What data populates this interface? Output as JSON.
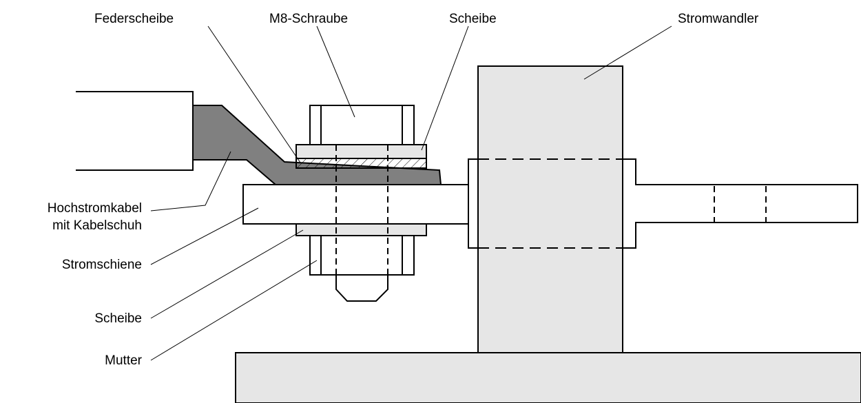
{
  "labels": {
    "federscheibe": "Federscheibe",
    "m8_schraube": "M8-Schraube",
    "scheibe_top": "Scheibe",
    "stromwandler": "Stromwandler",
    "hochstromkabel_line1": "Hochstromkabel",
    "hochstromkabel_line2": "mit Kabelschuh",
    "stromschiene": "Stromschiene",
    "scheibe_bottom": "Scheibe",
    "mutter": "Mutter"
  },
  "colors": {
    "fill_light": "#e6e6e6",
    "fill_lug": "#808080",
    "stroke": "#000000"
  }
}
